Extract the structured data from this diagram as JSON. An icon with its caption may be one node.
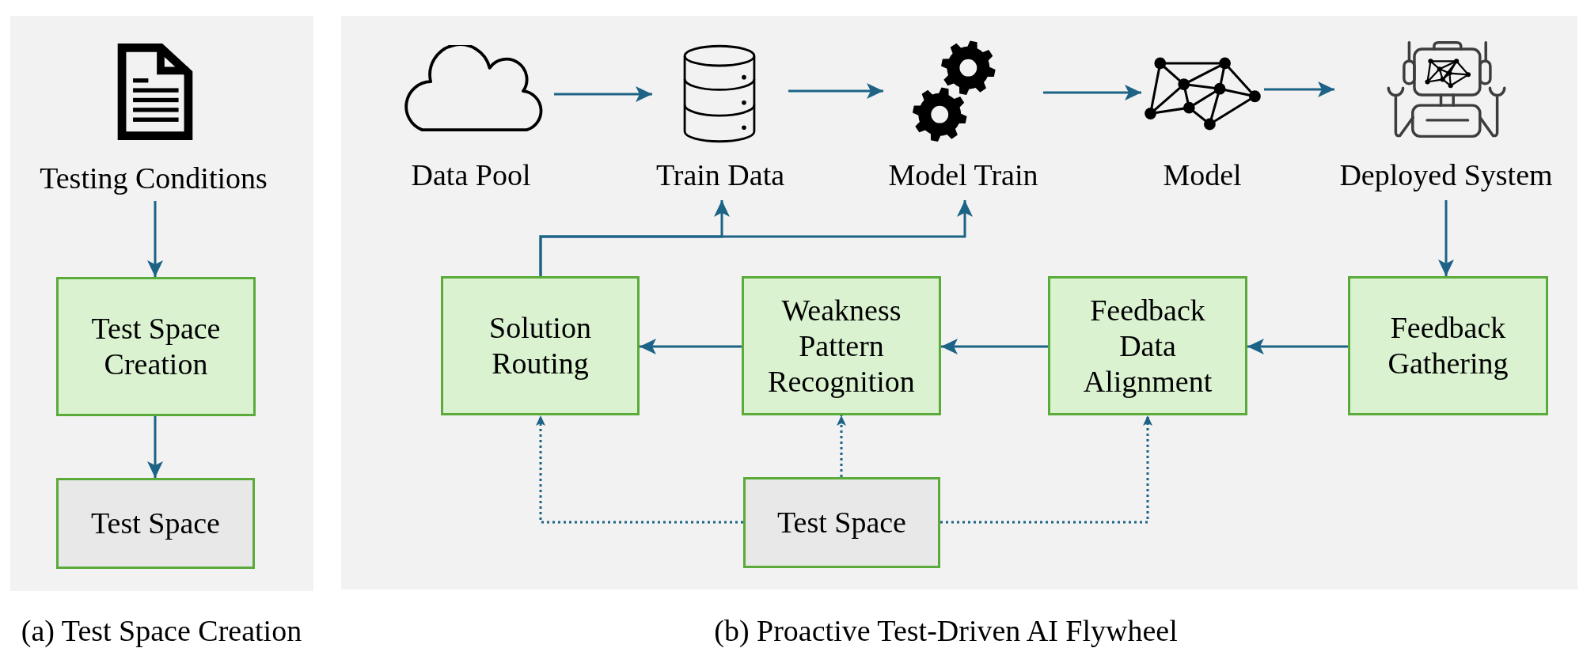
{
  "diagram": {
    "nodes": [
      {
        "text": [
          "(a) Test Space Creation"
        ]
      },
      {
        "text": [
          "Testing Conditions"
        ],
        "in": 0
      },
      {
        "text": [
          "Test Space Creation"
        ],
        "in": 0
      },
      {
        "text": [
          "Test Space"
        ],
        "in": 0
      },
      {
        "text": [
          "(b) Proactive Test-Driven AI Flywheel"
        ]
      },
      {
        "text": [
          "Data Pool"
        ],
        "in": 4
      },
      {
        "text": [
          "Train Data"
        ],
        "in": 4
      },
      {
        "text": [
          "Model Train"
        ],
        "in": 4
      },
      {
        "text": [
          "Model"
        ],
        "in": 4
      },
      {
        "text": [
          "Deployed System"
        ],
        "in": 4
      },
      {
        "text": [
          "Solution Routing"
        ],
        "in": 4
      },
      {
        "text": [
          "Weakness Pattern Recognition"
        ],
        "in": 4
      },
      {
        "text": [
          "Feedback Data Alignment"
        ],
        "in": 4
      },
      {
        "text": [
          "Feedback Gathering"
        ],
        "in": 4
      },
      {
        "text": [
          "Test Space"
        ],
        "in": 4
      }
    ],
    "edges": [
      {
        "from": 1,
        "to": 2,
        "arrow": "to"
      },
      {
        "from": 2,
        "to": 3,
        "arrow": "to"
      },
      {
        "from": 5,
        "to": 6,
        "arrow": "to"
      },
      {
        "from": 6,
        "to": 7,
        "arrow": "to"
      },
      {
        "from": 7,
        "to": 8,
        "arrow": "to"
      },
      {
        "from": 8,
        "to": 9,
        "arrow": "to"
      },
      {
        "from": 9,
        "to": 13,
        "arrow": "to"
      },
      {
        "from": 13,
        "to": 12,
        "arrow": "to"
      },
      {
        "from": 12,
        "to": 11,
        "arrow": "to"
      },
      {
        "from": 11,
        "to": 10,
        "arrow": "to"
      },
      {
        "from": 10,
        "to": 6,
        "arrow": "to"
      },
      {
        "from": 10,
        "to": 7,
        "arrow": "to"
      },
      {
        "from": 14,
        "to": 10,
        "arrow": "to",
        "style": "dashed"
      },
      {
        "from": 14,
        "to": 11,
        "arrow": "to",
        "style": "dashed"
      },
      {
        "from": 14,
        "to": 12,
        "arrow": "to",
        "style": "dashed"
      }
    ]
  }
}
